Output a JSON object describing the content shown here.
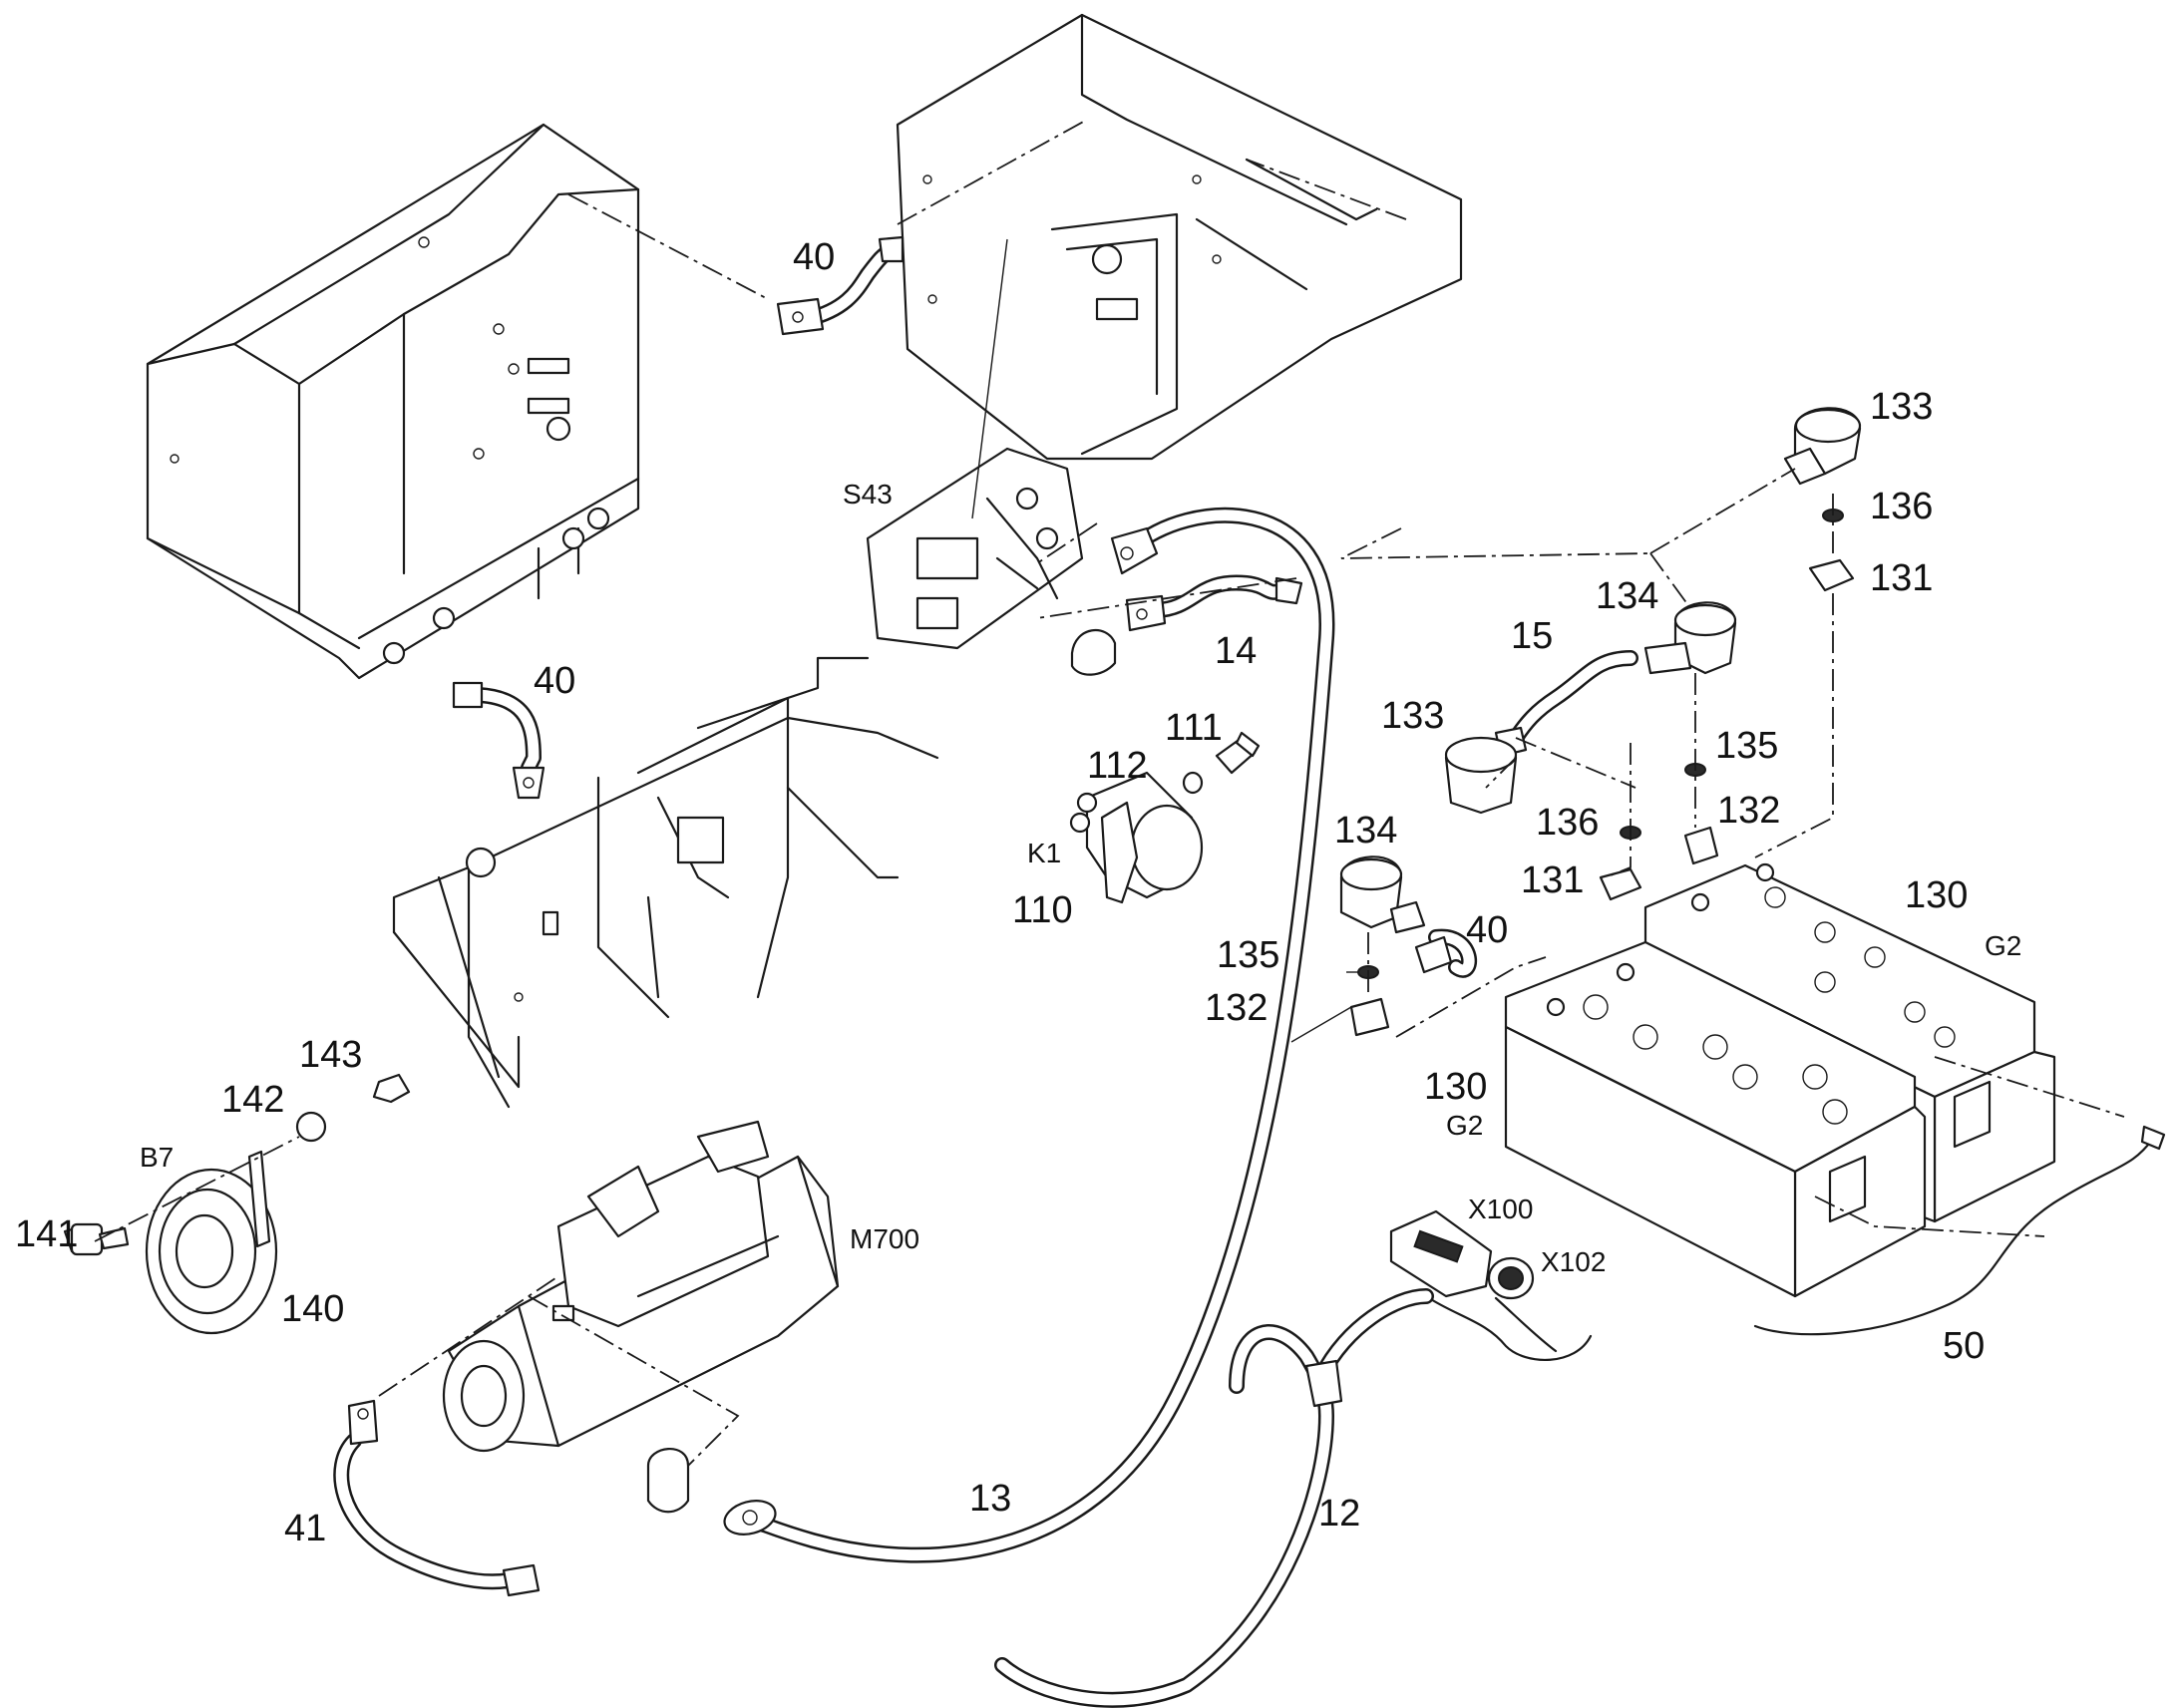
{
  "labels": {
    "l40a": "40",
    "s43": "S43",
    "l133a": "133",
    "l136a": "136",
    "l131a": "131",
    "l134a": "134",
    "l15": "15",
    "l14": "14",
    "l40b": "40",
    "l111": "111",
    "l112": "112",
    "k1": "K1",
    "l110": "110",
    "l133b": "133",
    "l135a": "135",
    "l132a": "132",
    "l136b": "136",
    "l131b": "131",
    "l134b": "134",
    "l40c": "40",
    "l135b": "135",
    "l132b": "132",
    "l130a": "130",
    "g2a": "G2",
    "l130b": "130",
    "g2b": "G2",
    "l143": "143",
    "l142": "142",
    "b7": "B7",
    "l141": "141",
    "l140": "140",
    "m700": "M700",
    "x100": "X100",
    "x102": "X102",
    "l50": "50",
    "l41": "41",
    "l13": "13",
    "l12": "12"
  }
}
